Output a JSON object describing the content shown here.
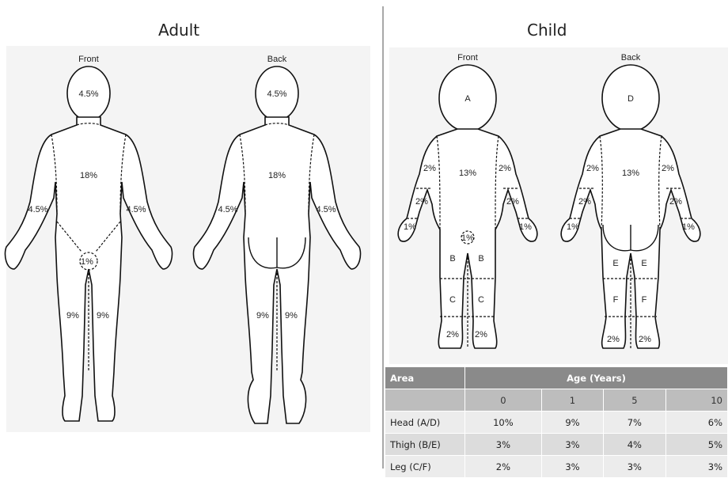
{
  "adult": {
    "title": "Adult",
    "front_label": "Front",
    "back_label": "Back",
    "front": {
      "head": "4.5%",
      "torso": "18%",
      "arm_left": "4.5%",
      "arm_right": "4.5%",
      "genital": "1%",
      "leg_left": "9%",
      "leg_right": "9%"
    },
    "back": {
      "head": "4.5%",
      "torso": "18%",
      "arm_left": "4.5%",
      "arm_right": "4.5%",
      "leg_left": "9%",
      "leg_right": "9%"
    }
  },
  "child": {
    "title": "Child",
    "front_label": "Front",
    "back_label": "Back",
    "front": {
      "head": "A",
      "torso": "13%",
      "upper_arm_left": "2%",
      "upper_arm_right": "2%",
      "forearm_left": "2%",
      "forearm_right": "2%",
      "hand_left": "1%",
      "hand_right": "1%",
      "genital": "1%",
      "thigh_left": "B",
      "thigh_right": "B",
      "leg_left": "C",
      "leg_right": "C",
      "foot_left": "2%",
      "foot_right": "2%"
    },
    "back": {
      "head": "D",
      "torso": "13%",
      "upper_arm_left": "2%",
      "upper_arm_right": "2%",
      "forearm_left": "2%",
      "forearm_right": "2%",
      "hand_left": "1%",
      "hand_right": "1%",
      "thigh_left": "E",
      "thigh_right": "E",
      "leg_left": "F",
      "leg_right": "F",
      "foot_left": "2%",
      "foot_right": "2%"
    }
  },
  "table": {
    "area_header": "Area",
    "age_header": "Age (Years)",
    "ages": [
      "0",
      "1",
      "5",
      "10"
    ],
    "rows": [
      {
        "area": "Head (A/D)",
        "values": [
          "10%",
          "9%",
          "7%",
          "6%"
        ]
      },
      {
        "area": "Thigh (B/E)",
        "values": [
          "3%",
          "3%",
          "4%",
          "5%"
        ]
      },
      {
        "area": "Leg (C/F)",
        "values": [
          "2%",
          "3%",
          "3%",
          "3%"
        ]
      }
    ]
  }
}
